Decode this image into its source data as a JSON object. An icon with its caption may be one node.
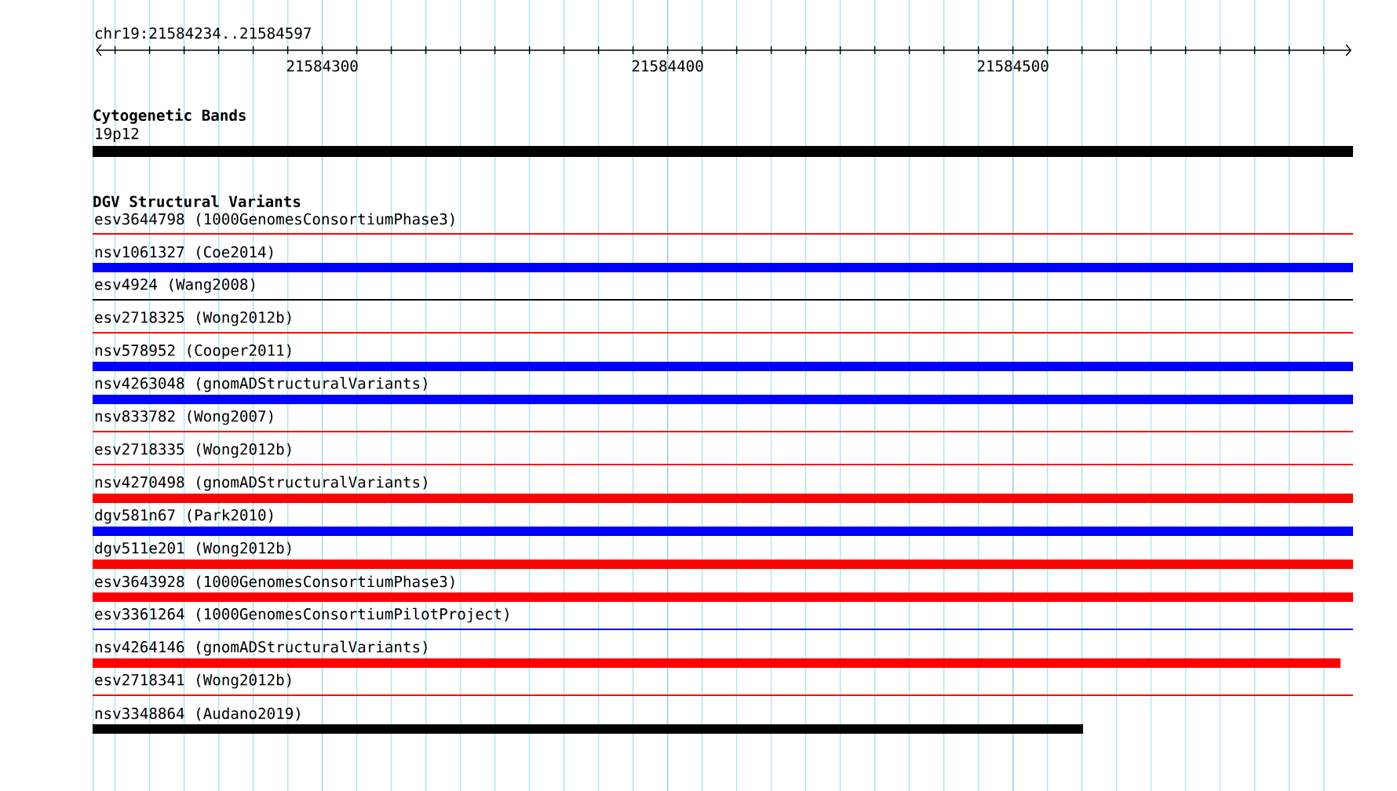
{
  "diagram": {
    "nodes": [
      {
        "text": [
          "19p12"
        ]
      },
      {
        "text": [
          "esv3644798 (1000GenomesConsortiumPhase3)"
        ]
      },
      {
        "text": [
          "nsv1061327 (Coe2014)"
        ]
      },
      {
        "text": [
          "esv4924 (Wang2008)"
        ]
      },
      {
        "text": [
          "esv2718325 (Wong2012b)"
        ]
      },
      {
        "text": [
          "nsv578952 (Cooper2011)"
        ]
      },
      {
        "text": [
          "nsv4263048 (gnomADStructuralVariants)"
        ]
      },
      {
        "text": [
          "nsv833782 (Wong2007)"
        ]
      },
      {
        "text": [
          "esv2718335 (Wong2012b)"
        ]
      },
      {
        "text": [
          "nsv4270498 (gnomADStructuralVariants)"
        ]
      },
      {
        "text": [
          "dgv581n67 (Park2010)"
        ]
      },
      {
        "text": [
          "dgv511e201 (Wong2012b)"
        ]
      },
      {
        "text": [
          "esv3643928 (1000GenomesConsortiumPhase3)"
        ]
      },
      {
        "text": [
          "esv3361264 (1000GenomesConsortiumPilotProject)"
        ]
      },
      {
        "text": [
          "nsv4264146 (gnomADStructuralVariants)"
        ]
      },
      {
        "text": [
          "esv2718341 (Wong2012b)"
        ]
      },
      {
        "text": [
          "nsv3348864 (Audano2019)"
        ]
      }
    ],
    "labels": [
      "chr19:21584234..21584597",
      "21584300",
      "21584400",
      "21584500",
      "Cytogenetic Bands",
      "DGV Structural Variants"
    ]
  }
}
